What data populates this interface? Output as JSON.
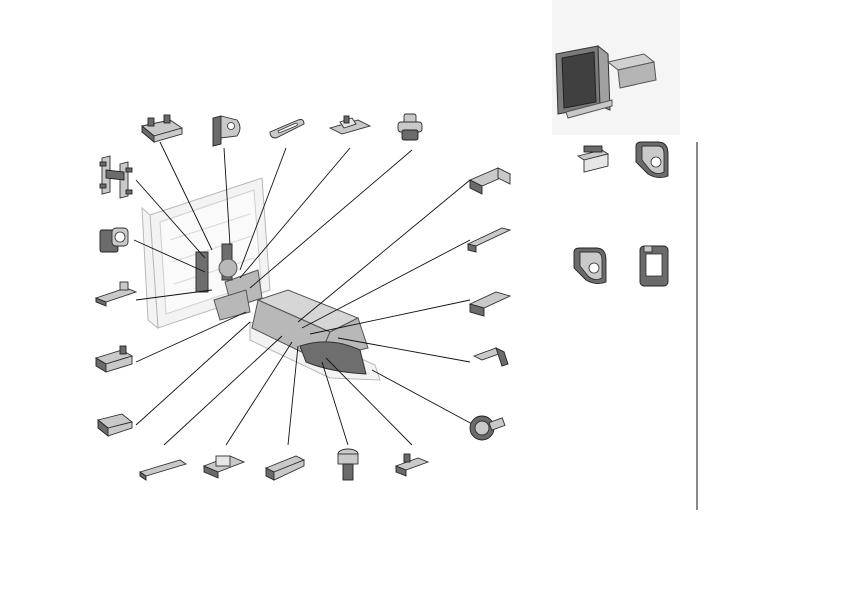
{
  "diagram": {
    "callout_count": 20,
    "inset_parts": [
      "bracket-clamp",
      "hook-bracket",
      "hook-bracket",
      "frame-bracket"
    ],
    "colors": {
      "line": "#111111",
      "part_fill": "#c9c9c9",
      "part_dark": "#6b6b6b",
      "ghost": "#f3f3f3"
    }
  }
}
